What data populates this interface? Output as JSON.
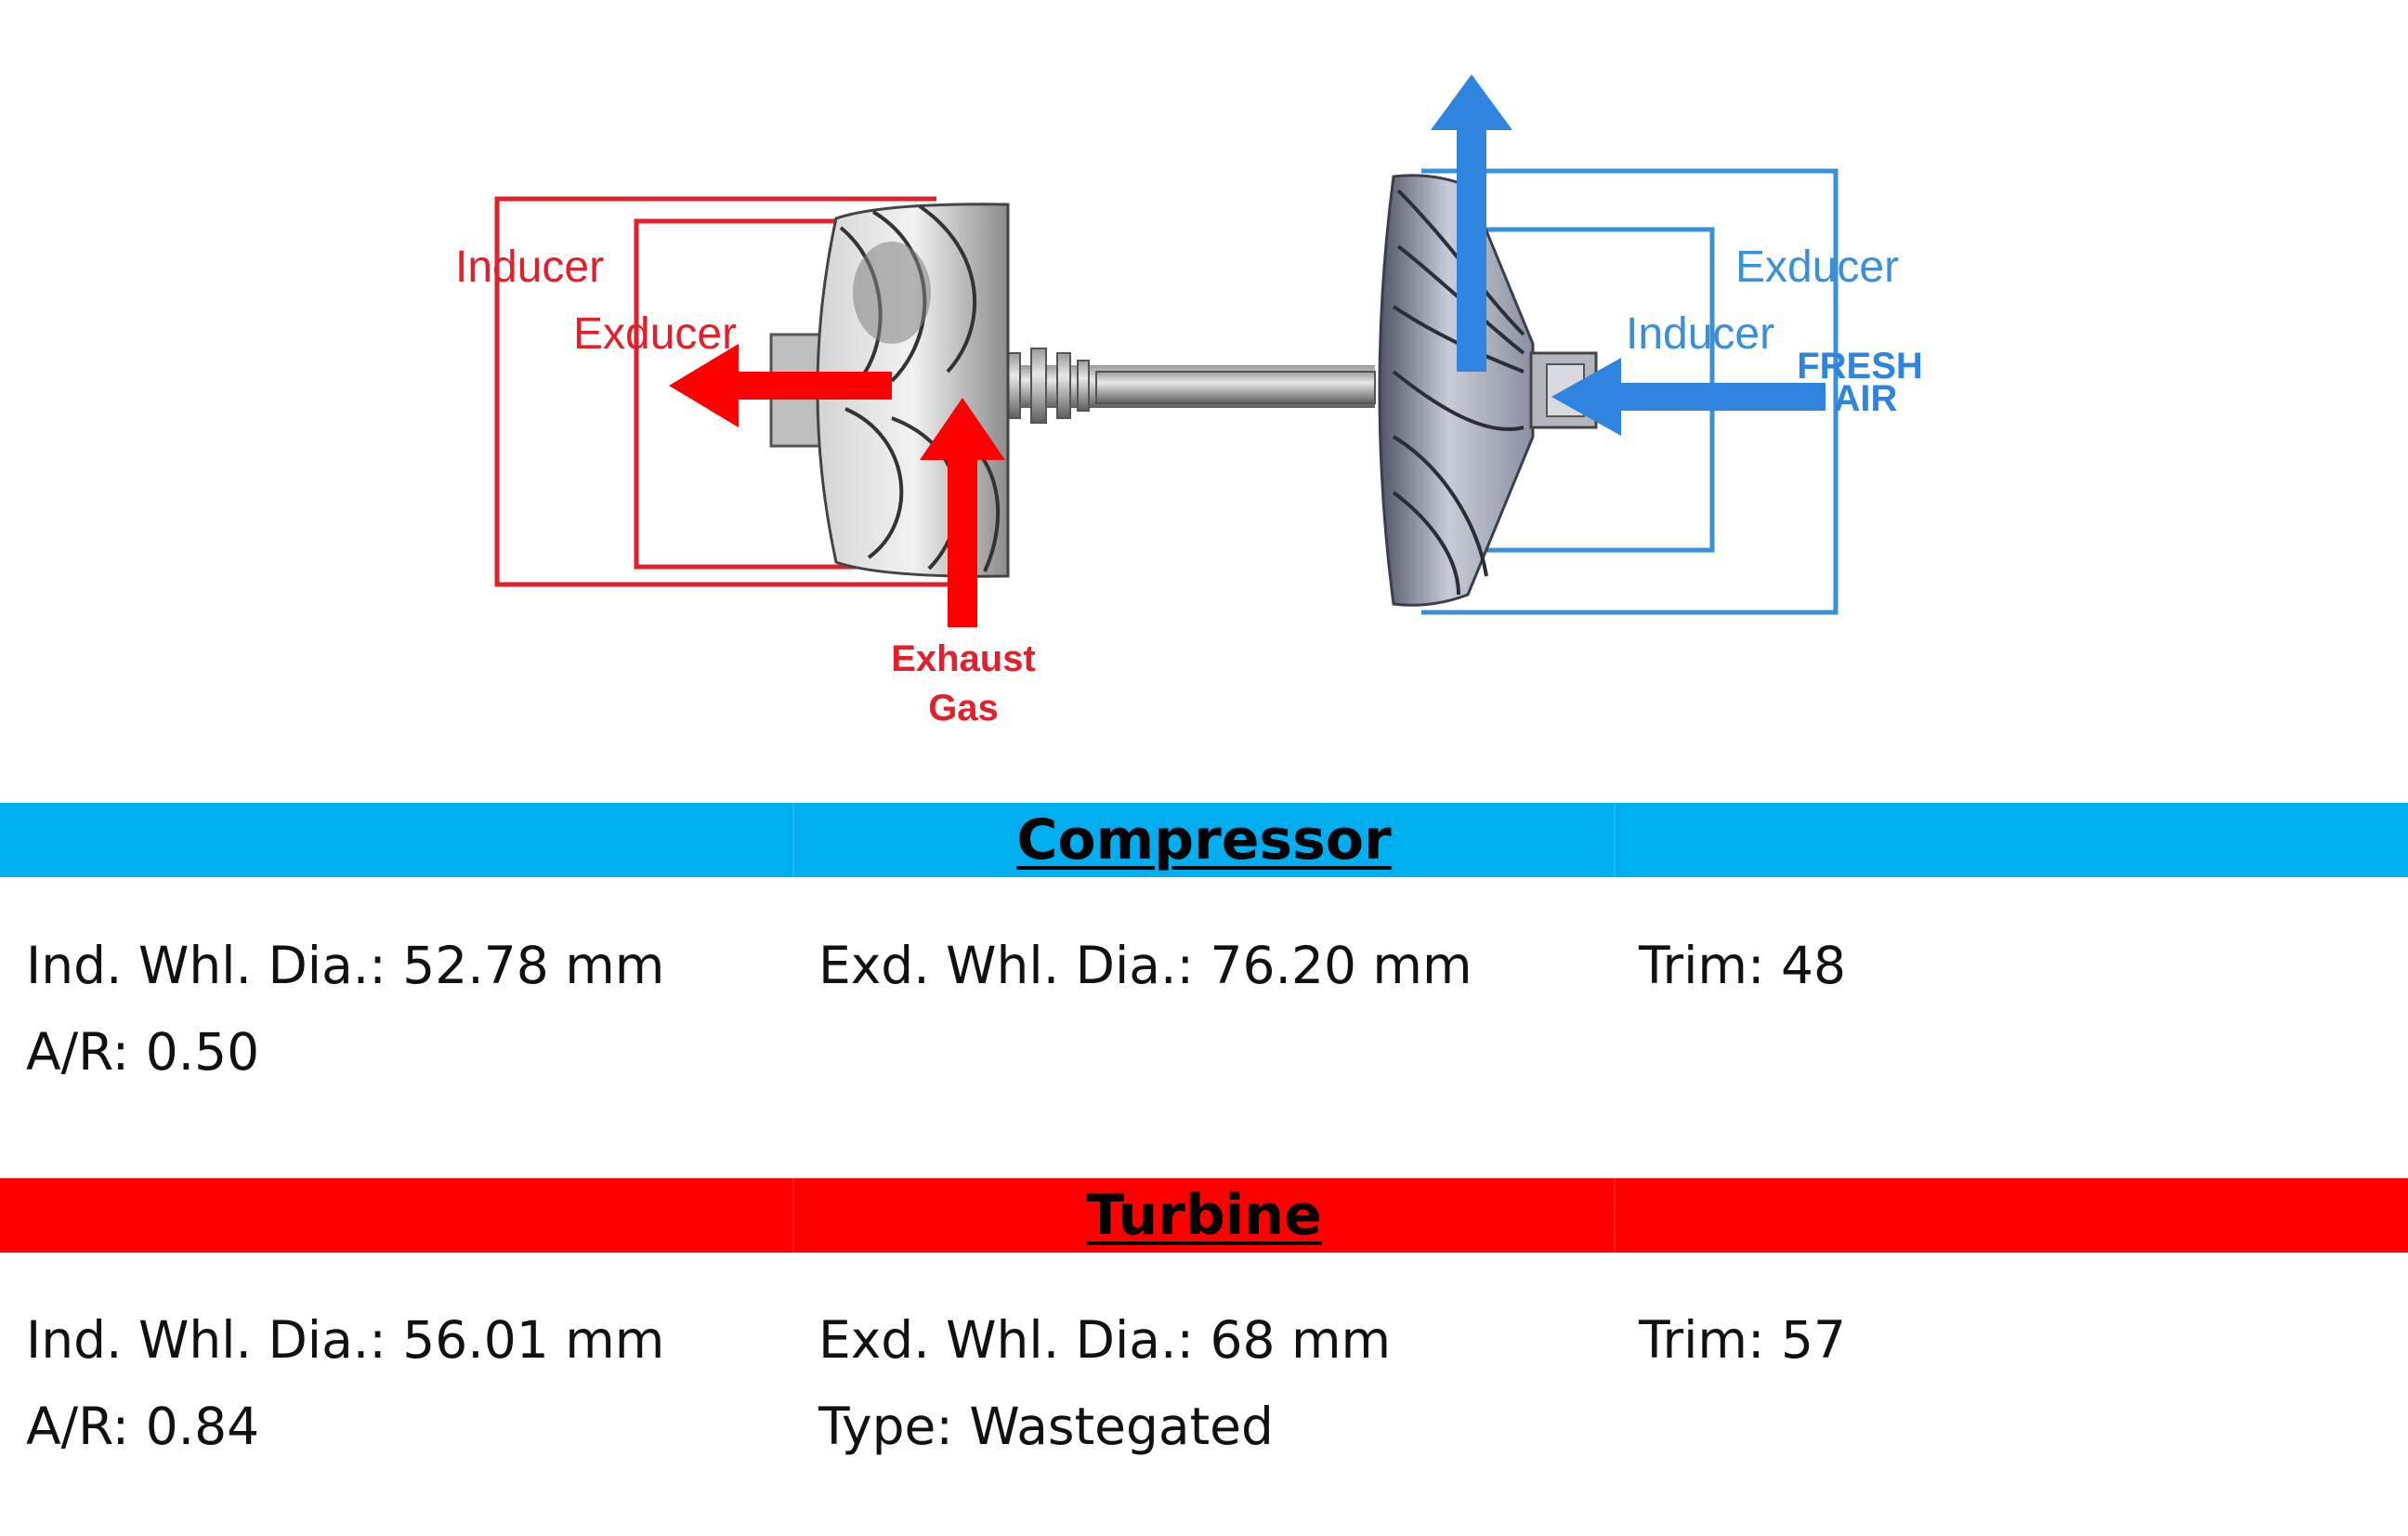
{
  "colors": {
    "compressor": "#00aeef",
    "turbine": "#ff0000",
    "turbine_label": "#e2202c",
    "compressor_label": "#3a8fd8",
    "compressor_strong": "#2f84e0"
  },
  "diagram": {
    "turbine_labels": {
      "inducer": "Inducer",
      "exducer": "Exducer",
      "exhaust_line1": "Exhaust",
      "exhaust_line2": "Gas"
    },
    "compressor_labels": {
      "exducer": "Exducer",
      "inducer": "Inducer",
      "fresh_line1": "FRESH",
      "fresh_line2": "AIR"
    }
  },
  "compressor": {
    "title": "Compressor",
    "ind_whl_dia": "Ind. Whl. Dia.: 52.78 mm",
    "exd_whl_dia": "Exd. Whl. Dia.: 76.20 mm",
    "trim": "Trim: 48",
    "ar": "A/R: 0.50"
  },
  "turbine": {
    "title": "Turbine",
    "ind_whl_dia": "Ind. Whl. Dia.: 56.01 mm",
    "exd_whl_dia": "Exd. Whl. Dia.: 68 mm",
    "trim": "Trim: 57",
    "ar": "A/R: 0.84",
    "type": "Type: Wastegated"
  }
}
